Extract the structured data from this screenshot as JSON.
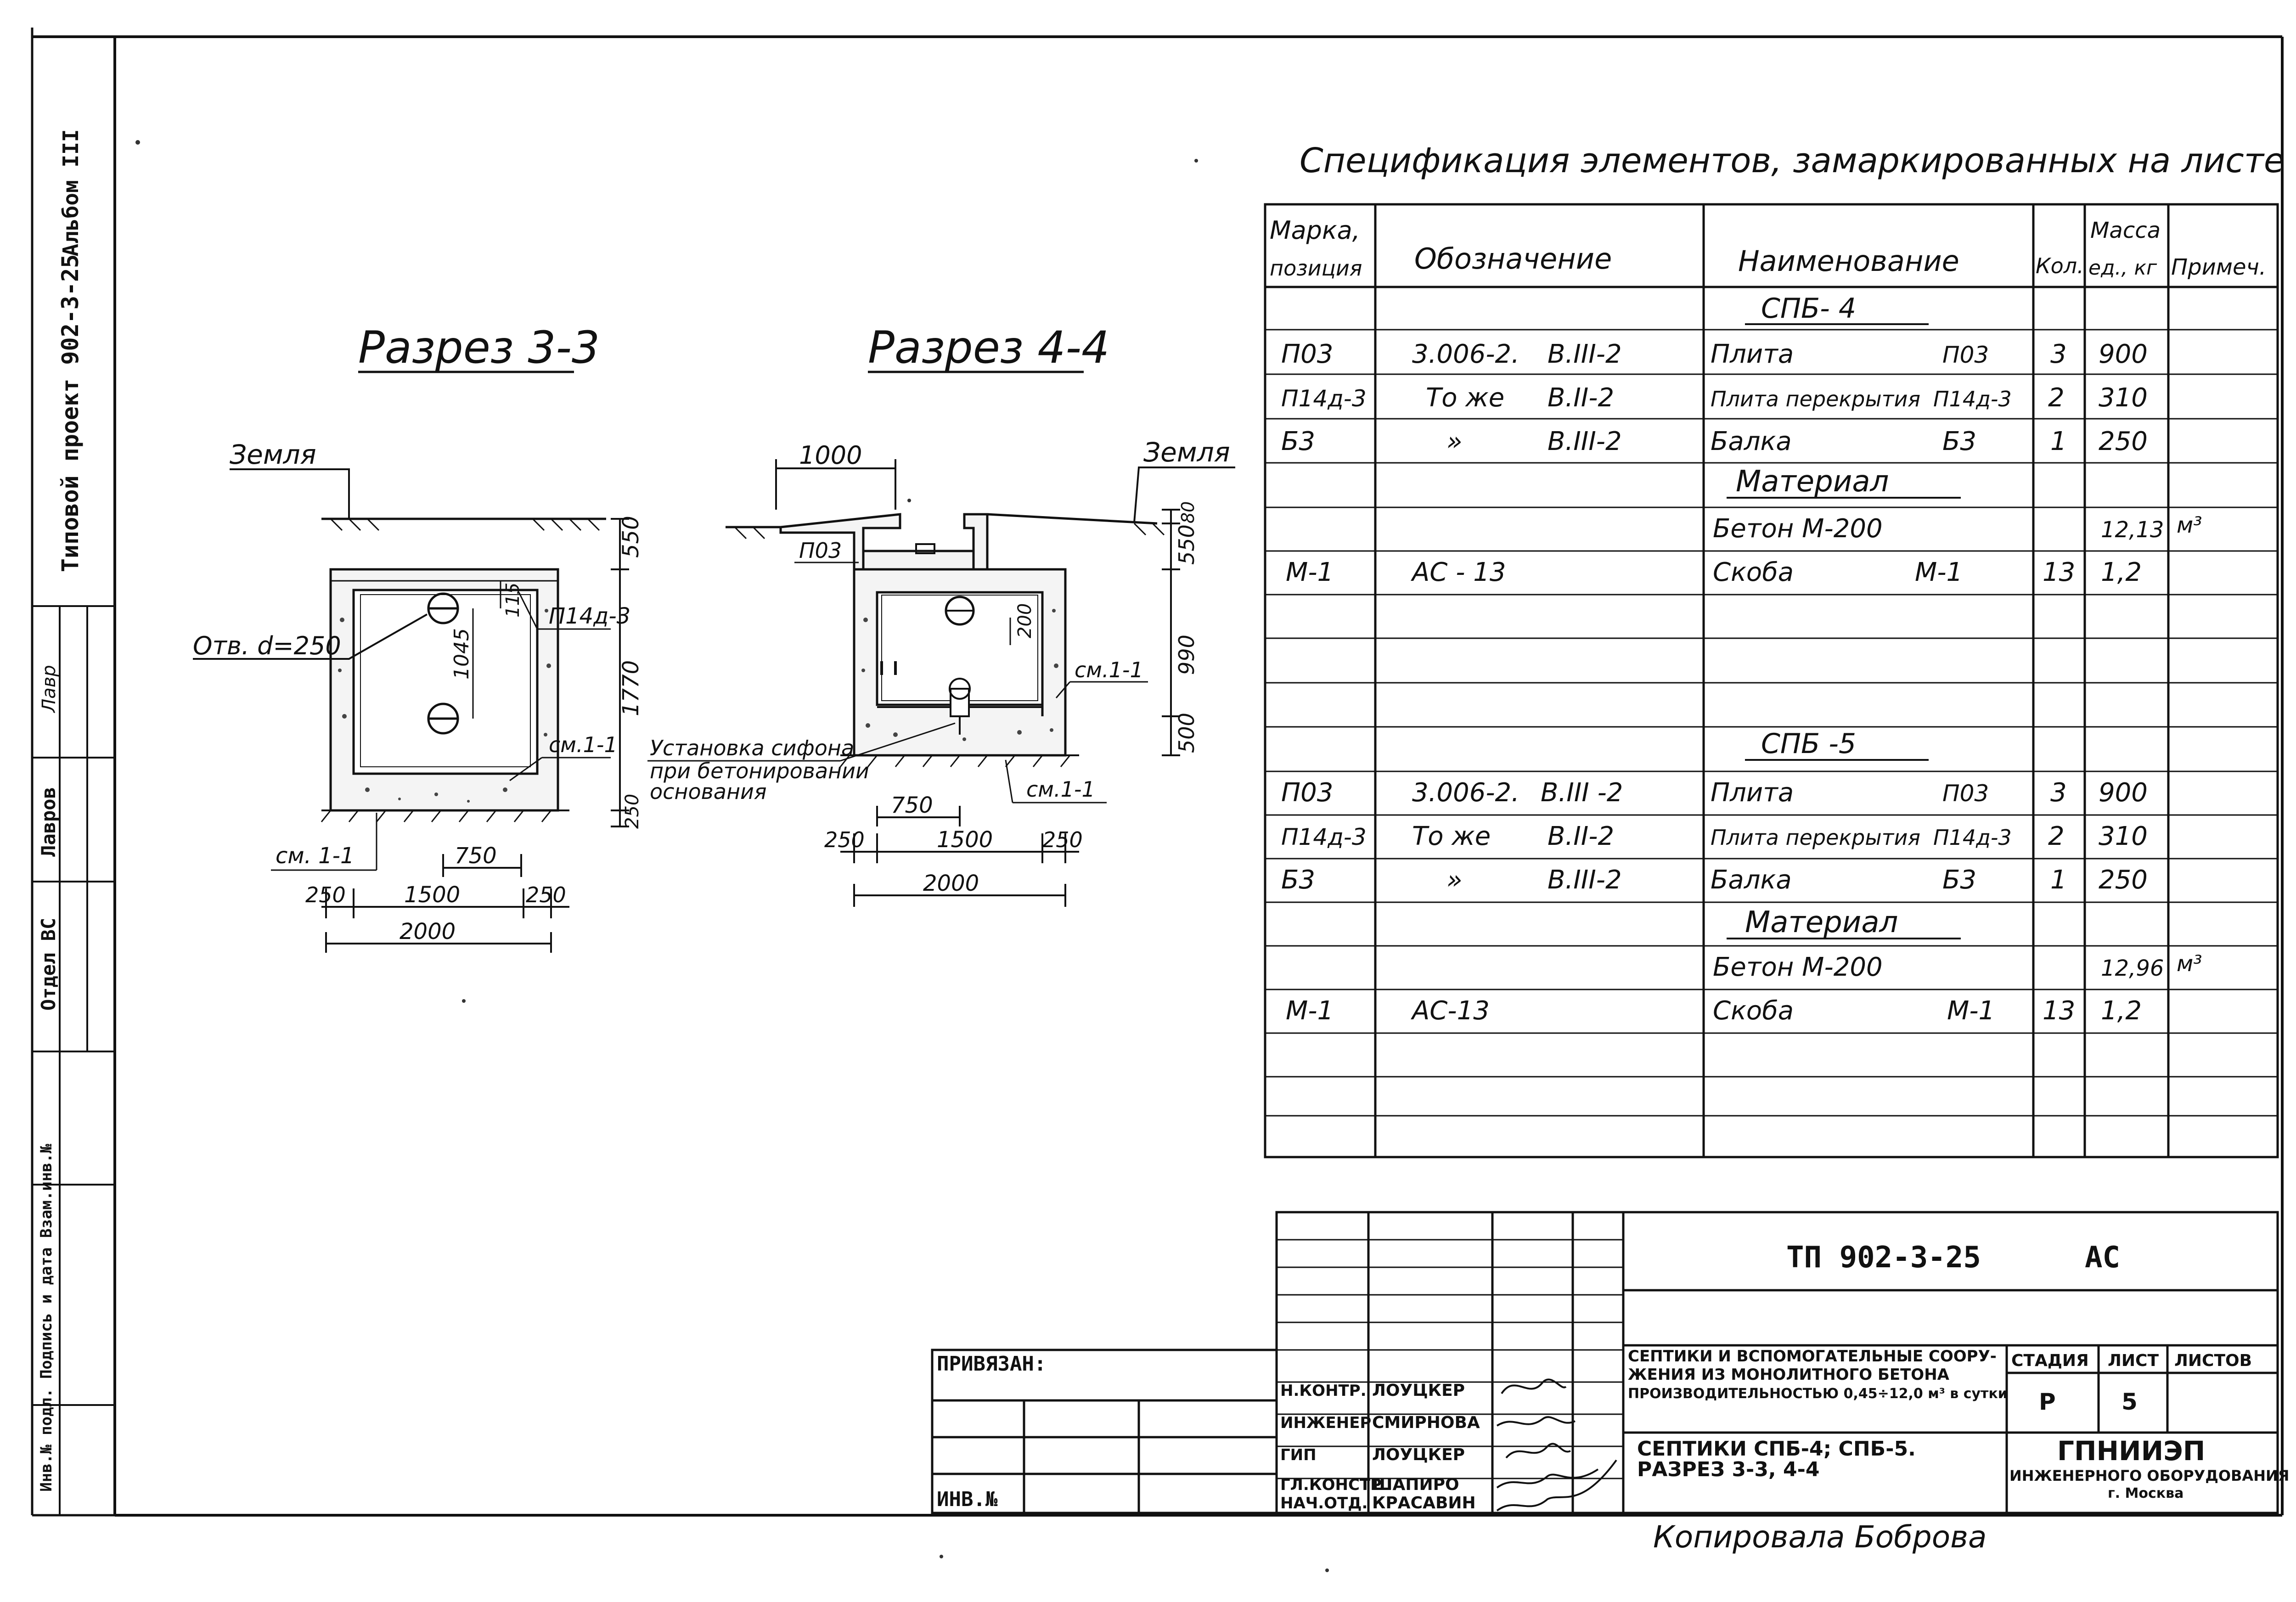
{
  "album_label": "Альбом III",
  "project_label": "Типовой проект 902-3-25",
  "left_strip": {
    "dept": "Отдел ВС",
    "author": "Лавров",
    "signature": "Лавр",
    "stamp_cols": "Инв.№ подл.   Подпись и дата   Взам.инв.№"
  },
  "spec": {
    "title": "Спецификация элементов, замаркированных на листе",
    "headers": {
      "mark": [
        "Марка,",
        "позиция"
      ],
      "designation": "Обозначение",
      "name": "Наименование",
      "qty": "Кол.",
      "mass": [
        "Масса",
        "ед., кг"
      ],
      "note": "Примеч."
    },
    "groups": [
      {
        "title": "СПБ- 4",
        "rows": [
          {
            "mark": "П03",
            "designation": "3.006-2.",
            "vol": "В.III-2",
            "name": "Плита",
            "code": "П03",
            "qty": "3",
            "mass": "900",
            "note": ""
          },
          {
            "mark": "П14д-3",
            "designation": "То же",
            "vol": "В.II-2",
            "name": "Плита перекрытия",
            "code": "П14д-3",
            "qty": "2",
            "mass": "310",
            "note": ""
          },
          {
            "mark": "Б3",
            "designation": "»",
            "vol": "В.III-2",
            "name": "Балка",
            "code": "Б3",
            "qty": "1",
            "mass": "250",
            "note": ""
          }
        ],
        "material_title": "Материал",
        "concrete": {
          "name": "Бетон М-200",
          "mass": "12,13",
          "note": "м³"
        },
        "bracket": {
          "mark": "М-1",
          "designation": "АС - 13",
          "name": "Скоба",
          "code": "М-1",
          "qty": "13",
          "mass": "1,2"
        }
      },
      {
        "title": "СПБ -5",
        "rows": [
          {
            "mark": "П03",
            "designation": "3.006-2.",
            "vol": "В.III -2",
            "name": "Плита",
            "code": "П03",
            "qty": "3",
            "mass": "900",
            "note": ""
          },
          {
            "mark": "П14д-3",
            "designation": "То же",
            "vol": "В.II-2",
            "name": "Плита перекрытия",
            "code": "П14д-3",
            "qty": "2",
            "mass": "310",
            "note": ""
          },
          {
            "mark": "Б3",
            "designation": "»",
            "vol": "В.III-2",
            "name": "Балка",
            "code": "Б3",
            "qty": "1",
            "mass": "250",
            "note": ""
          }
        ],
        "material_title": "Материал",
        "concrete": {
          "name": "Бетон М-200",
          "mass": "12,96",
          "note": "м³"
        },
        "bracket": {
          "mark": "М-1",
          "designation": "АС-13",
          "name": "Скоба",
          "code": "М-1",
          "qty": "13",
          "mass": "1,2"
        }
      }
    ]
  },
  "section33": {
    "title": "Разрез 3-3",
    "ground": "Земля",
    "hole": "Отв. d=250",
    "slab": "П14д-3",
    "mix_right": "см.1-1",
    "mix_bottom": "см. 1-1",
    "dim_1045": "1045",
    "dim_115": "115",
    "dim_550": "550",
    "dim_1770": "1770",
    "dim_250v": "250",
    "dim_750": "750",
    "dim_250a": "250",
    "dim_1500": "1500",
    "dim_250b": "250",
    "dim_2000": "2000"
  },
  "section44": {
    "title": "Разрез 4-4",
    "ground": "Земля",
    "dim_1000": "1000",
    "p03": "П03",
    "dim_200": "200",
    "mix_right": "см.1-1",
    "mix_bottom": "см.1-1",
    "siphon": [
      "Установка сифона",
      "при бетонировании",
      "основания"
    ],
    "dim_80": "80",
    "dim_550": "550",
    "dim_990": "990",
    "dim_500": "500",
    "dim_750": "750",
    "dim_250a": "250",
    "dim_1500": "1500",
    "dim_250b": "250",
    "dim_2000": "2000"
  },
  "title_block": {
    "code": "ТП 902-3-25",
    "part": "АС",
    "attached": "ПРИВЯЗАН:",
    "inv": "ИНВ.№",
    "roles": [
      "Н.КОНТР.",
      "ИНЖЕНЕР",
      "ГИП",
      "ГЛ.КОНСТР",
      "НАЧ.ОТД."
    ],
    "names": [
      "ЛОУЦКЕР",
      "СМИРНОВА",
      "ЛОУЦКЕР",
      "ШАПИРО",
      "КРАСАВИН"
    ],
    "desc": [
      "СЕПТИКИ И ВСПОМОГАТЕЛЬНЫЕ СООРУ-",
      "ЖЕНИЯ ИЗ МОНОЛИТНОГО БЕТОНА",
      "ПРОИЗВОДИТЕЛЬНОСТЬЮ 0,45÷12,0 м³ в сутки"
    ],
    "sheet_title": [
      "СЕПТИКИ СПБ-4; СПБ-5.",
      "РАЗРЕЗ 3-3, 4-4"
    ],
    "stage_label": "СТАДИЯ",
    "sheet_label": "ЛИСТ",
    "sheets_label": "ЛИСТОВ",
    "stage": "Р",
    "sheet": "5",
    "sheets": "",
    "org": [
      "ГПНИИЭП",
      "ИНЖЕНЕРНОГО ОБОРУДОВАНИЯ",
      "г. Москва"
    ]
  },
  "copied_by": "Копировала Боброва"
}
